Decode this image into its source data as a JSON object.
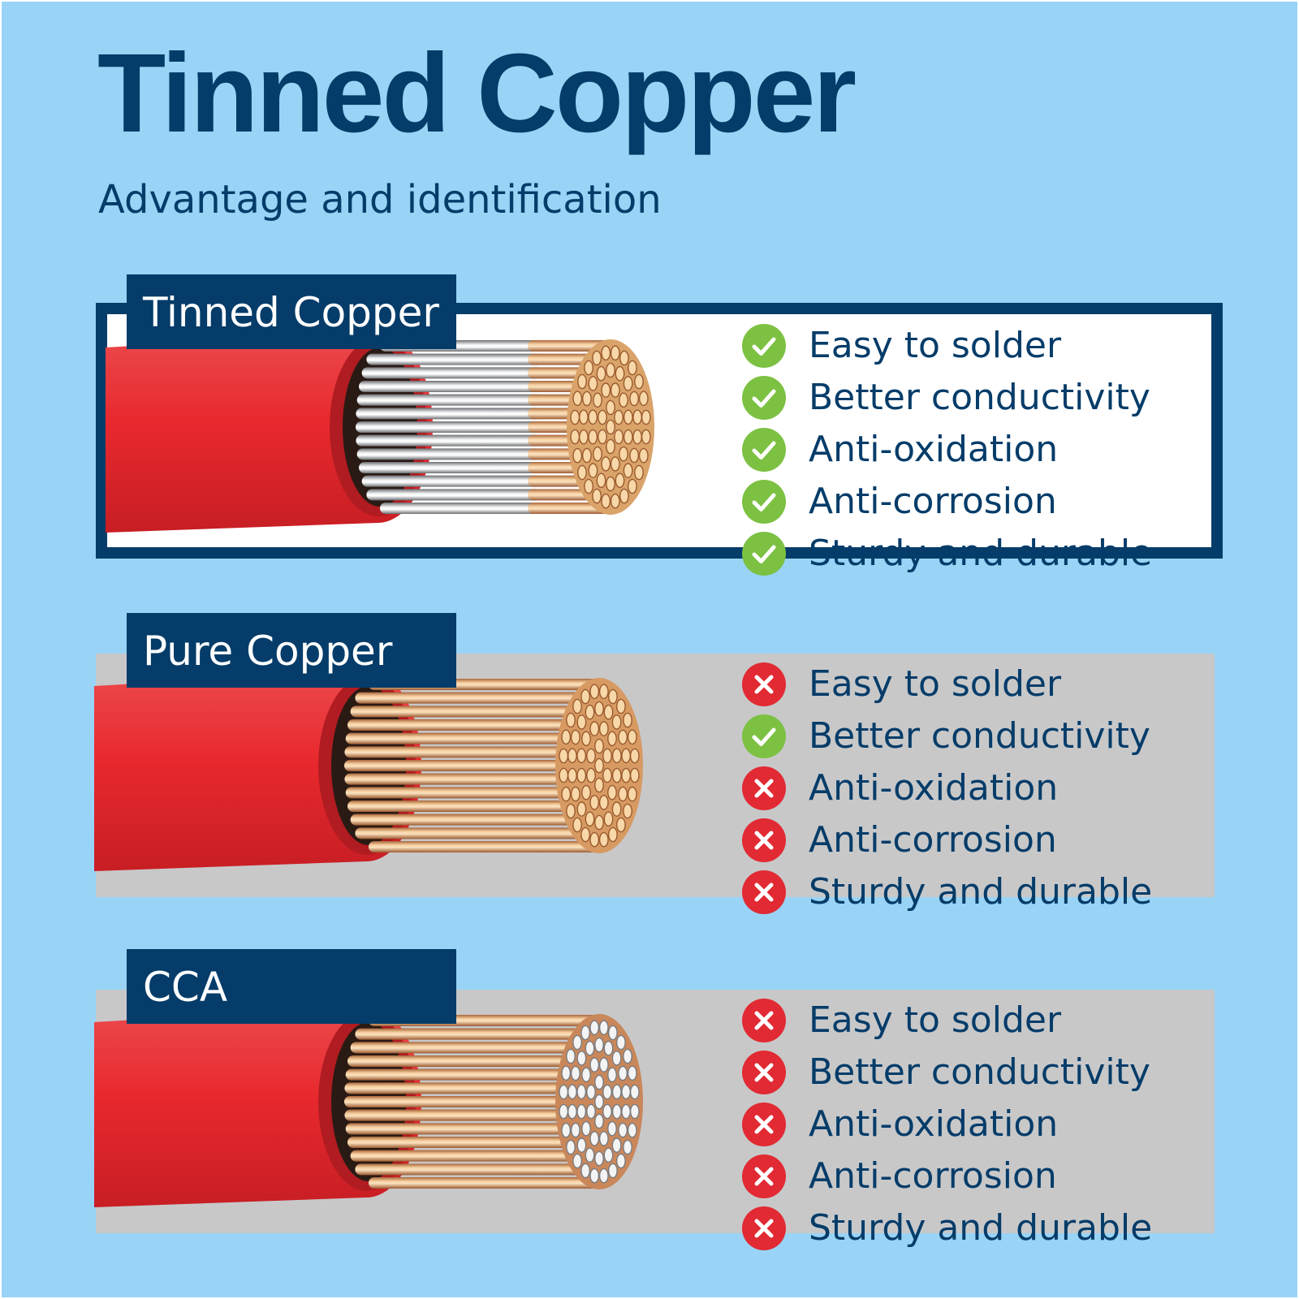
{
  "header": {
    "title": "Tinned Copper",
    "subtitle": "Advantage and identification"
  },
  "colors": {
    "background": "#99d4f6",
    "navy": "#053c69",
    "check_green": "#7cc142",
    "cross_red": "#e12a33",
    "insulation_red": "#e8292e"
  },
  "panels": [
    {
      "label": "Tinned Copper",
      "wire": "tinned",
      "highlighted": true,
      "features": [
        {
          "text": "Easy to solder",
          "status": "yes",
          "icon": "check-icon"
        },
        {
          "text": "Better conductivity",
          "status": "yes",
          "icon": "check-icon"
        },
        {
          "text": "Anti-oxidation",
          "status": "yes",
          "icon": "check-icon"
        },
        {
          "text": "Anti-corrosion",
          "status": "yes",
          "icon": "check-icon"
        },
        {
          "text": "Sturdy and durable",
          "status": "yes",
          "icon": "check-icon"
        }
      ]
    },
    {
      "label": "Pure Copper",
      "wire": "copper",
      "highlighted": false,
      "features": [
        {
          "text": "Easy to solder",
          "status": "no",
          "icon": "cross-icon"
        },
        {
          "text": "Better conductivity",
          "status": "yes",
          "icon": "check-icon"
        },
        {
          "text": "Anti-oxidation",
          "status": "no",
          "icon": "cross-icon"
        },
        {
          "text": "Anti-corrosion",
          "status": "no",
          "icon": "cross-icon"
        },
        {
          "text": "Sturdy and durable",
          "status": "no",
          "icon": "cross-icon"
        }
      ]
    },
    {
      "label": "CCA",
      "wire": "cca",
      "highlighted": false,
      "features": [
        {
          "text": "Easy to solder",
          "status": "no",
          "icon": "cross-icon"
        },
        {
          "text": "Better conductivity",
          "status": "no",
          "icon": "cross-icon"
        },
        {
          "text": "Anti-oxidation",
          "status": "no",
          "icon": "cross-icon"
        },
        {
          "text": "Anti-corrosion",
          "status": "no",
          "icon": "cross-icon"
        },
        {
          "text": "Sturdy and durable",
          "status": "no",
          "icon": "cross-icon"
        }
      ]
    }
  ]
}
